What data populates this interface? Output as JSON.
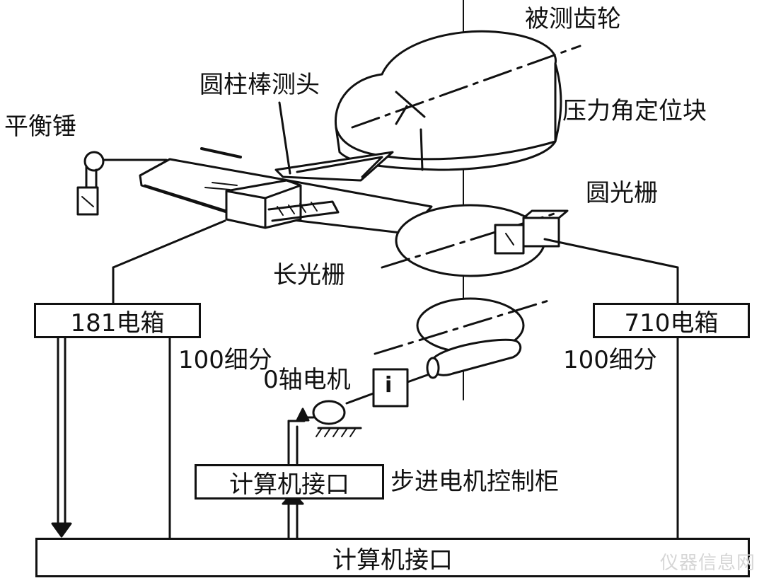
{
  "labels": {
    "measured_gear": "被测齿轮",
    "cylinder_probe": "圆柱棒测头",
    "counterweight": "平衡锤",
    "pressure_angle_block": "压力角定位块",
    "circular_grating": "圆光栅",
    "long_grating": "长光栅",
    "box_181": "181电箱",
    "box_710": "710电箱",
    "subdivision_left": "100细分",
    "subdivision_right": "100细分",
    "theta_motor": "0轴电机",
    "stepper_cabinet": "步进电机控制柜",
    "computer_interface_upper": "计算机接口",
    "computer_interface_bottom": "计算机接口",
    "driver_symbol": "i"
  },
  "watermark": "仪器信息网",
  "colors": {
    "line": "#111111",
    "background": "#ffffff",
    "watermark": "#d6d6d6"
  }
}
